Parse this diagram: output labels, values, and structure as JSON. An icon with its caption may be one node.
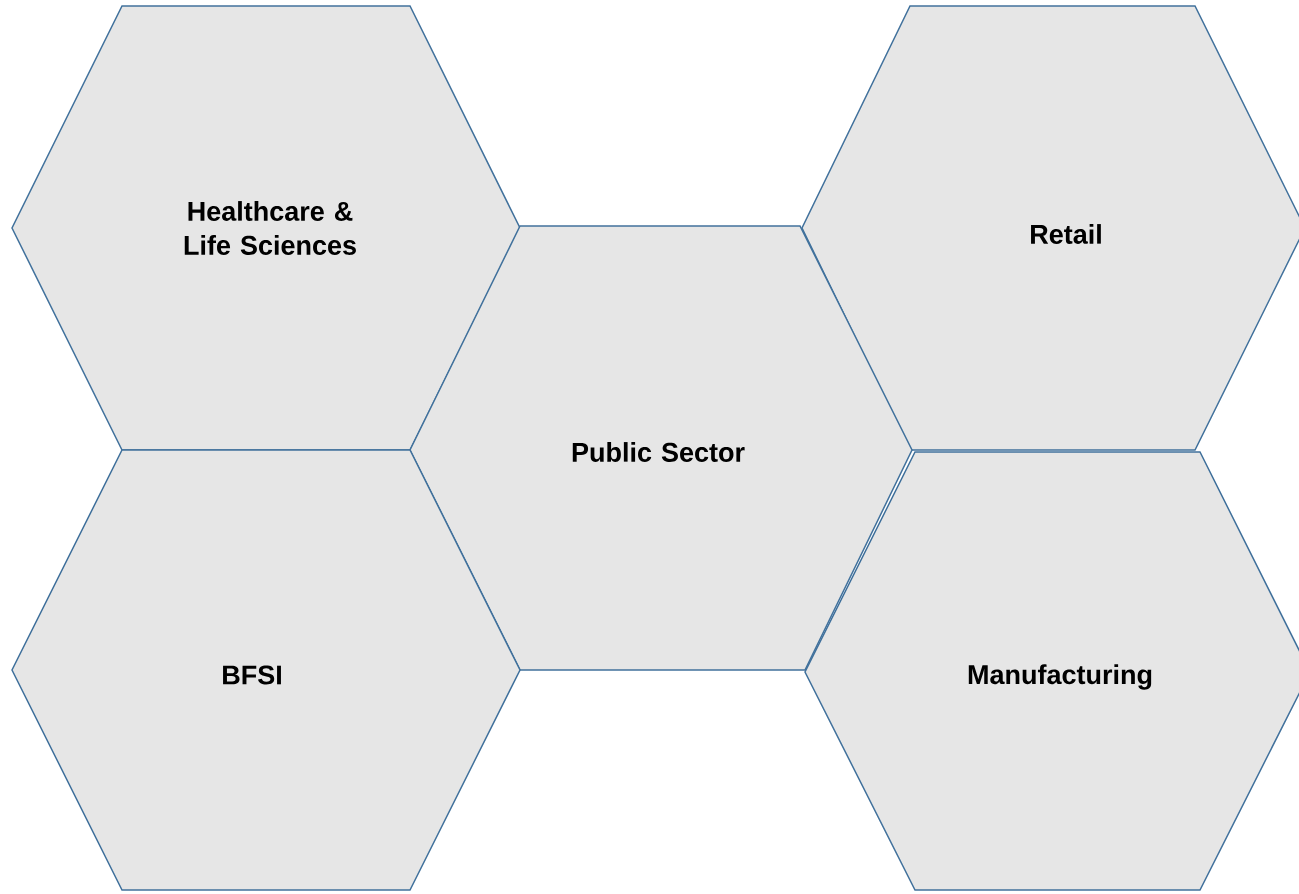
{
  "diagram": {
    "nodes": [
      {
        "text": [
          "Healthcare & Life Sciences"
        ]
      },
      {
        "text": [
          "Retail"
        ]
      },
      {
        "text": [
          "Public Sector"
        ]
      },
      {
        "text": [
          "BFSI"
        ]
      },
      {
        "text": [
          "Manufacturing"
        ]
      }
    ]
  }
}
